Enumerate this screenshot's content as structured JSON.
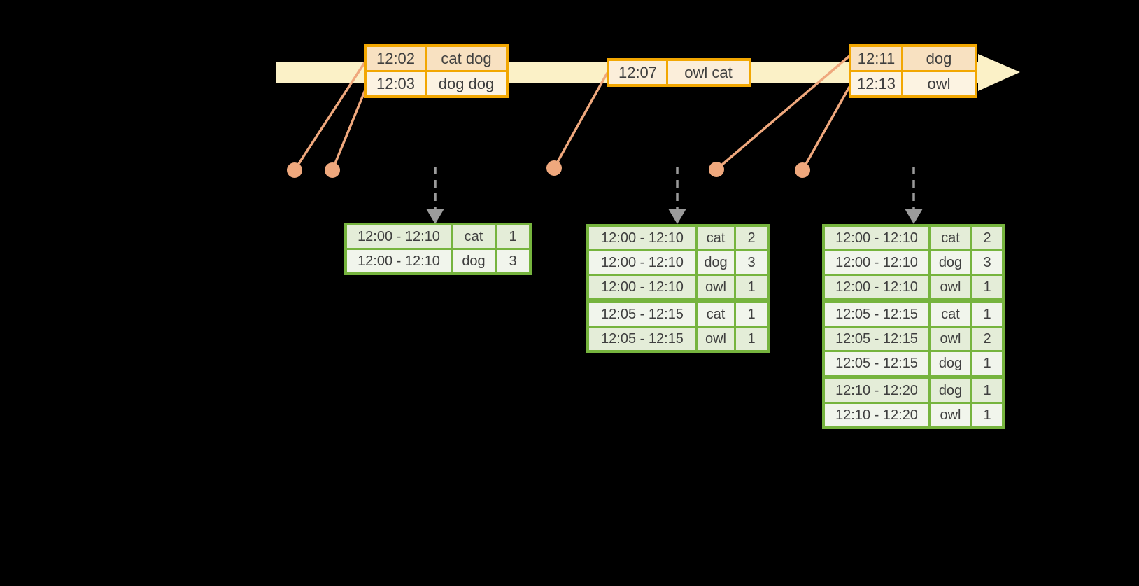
{
  "colors": {
    "background": "#000000",
    "timeline_band": "#FBF1C7",
    "event_table_border": "#F2A702",
    "event_row_dark": "#F8E1C1",
    "event_row_light": "#FCF3E2",
    "connector_salmon": "#EFA87D",
    "result_table_border": "#76B43E",
    "result_row_dark": "#E4EDD8",
    "result_row_light": "#F1F5EC",
    "trigger_arrow_gray": "#9B9B9B",
    "text": "#3F3F3F"
  },
  "icons": {
    "timeline_arrow": "right-arrow-band",
    "event_dot": "filled-circle",
    "trigger_arrow": "dashed-down-arrow"
  },
  "event_tables": [
    {
      "rows": [
        {
          "time": "12:02",
          "words": "cat dog"
        },
        {
          "time": "12:03",
          "words": "dog dog"
        }
      ]
    },
    {
      "rows": [
        {
          "time": "12:07",
          "words": "owl cat"
        }
      ]
    },
    {
      "rows": [
        {
          "time": "12:11",
          "words": "dog"
        },
        {
          "time": "12:13",
          "words": "owl"
        }
      ]
    }
  ],
  "result_tables": [
    {
      "rows": [
        {
          "window": "12:00 - 12:10",
          "word": "cat",
          "count": "1"
        },
        {
          "window": "12:00 - 12:10",
          "word": "dog",
          "count": "3"
        }
      ]
    },
    {
      "rows": [
        {
          "window": "12:00 - 12:10",
          "word": "cat",
          "count": "2"
        },
        {
          "window": "12:00 - 12:10",
          "word": "dog",
          "count": "3"
        },
        {
          "window": "12:00 - 12:10",
          "word": "owl",
          "count": "1"
        },
        {
          "window": "12:05 - 12:15",
          "word": "cat",
          "count": "1"
        },
        {
          "window": "12:05 - 12:15",
          "word": "owl",
          "count": "1"
        }
      ]
    },
    {
      "rows": [
        {
          "window": "12:00 - 12:10",
          "word": "cat",
          "count": "2"
        },
        {
          "window": "12:00 - 12:10",
          "word": "dog",
          "count": "3"
        },
        {
          "window": "12:00 - 12:10",
          "word": "owl",
          "count": "1"
        },
        {
          "window": "12:05 - 12:15",
          "word": "cat",
          "count": "1"
        },
        {
          "window": "12:05 - 12:15",
          "word": "owl",
          "count": "2"
        },
        {
          "window": "12:05 - 12:15",
          "word": "dog",
          "count": "1"
        },
        {
          "window": "12:10 - 12:20",
          "word": "dog",
          "count": "1"
        },
        {
          "window": "12:10 - 12:20",
          "word": "owl",
          "count": "1"
        }
      ]
    }
  ]
}
